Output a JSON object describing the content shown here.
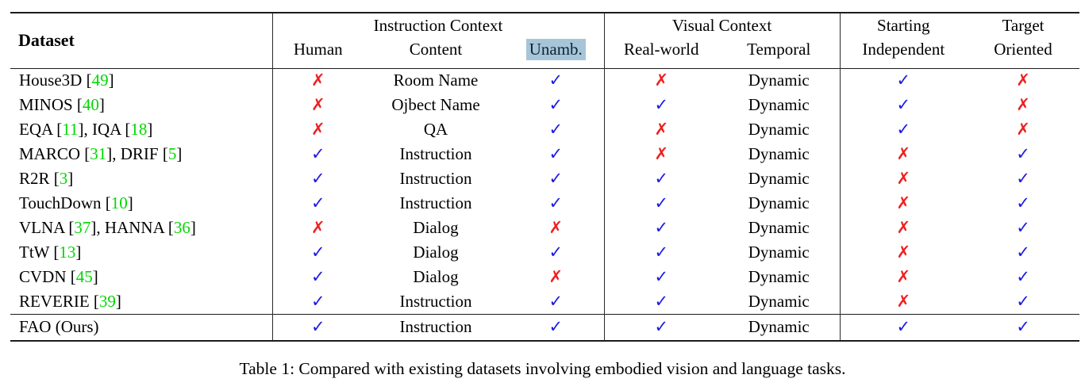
{
  "caption": "Table 1: Compared with existing datasets involving embodied vision and language tasks.",
  "glyphs": {
    "check": "✓",
    "cross": "✗"
  },
  "colors": {
    "check_blue": "#1b1be4",
    "cross_red": "#ee2020",
    "citation_green": "#00d800",
    "unamb_highlight": "#a7c5d8",
    "text": "#000000"
  },
  "header": {
    "dataset_label": "Dataset",
    "group_instruction": "Instruction Context",
    "group_visual": "Visual Context",
    "starting_line1": "Starting",
    "starting_line2": "Independent",
    "target_line1": "Target",
    "target_line2": "Oriented",
    "sub_human": "Human",
    "sub_content": "Content",
    "sub_unamb": "Unamb.",
    "sub_realworld": "Real-world",
    "sub_temporal": "Temporal"
  },
  "rows": [
    {
      "dataset": [
        {
          "t": "House3D [",
          "c": false
        },
        {
          "t": "49",
          "c": true
        },
        {
          "t": "]",
          "c": false
        }
      ],
      "human": false,
      "content": "Room Name",
      "unamb": true,
      "real_world": false,
      "temporal": "Dynamic",
      "starting_independent": true,
      "target_oriented": false,
      "ours": false
    },
    {
      "dataset": [
        {
          "t": "MINOS [",
          "c": false
        },
        {
          "t": "40",
          "c": true
        },
        {
          "t": "]",
          "c": false
        }
      ],
      "human": false,
      "content": "Ojbect Name",
      "unamb": true,
      "real_world": true,
      "temporal": "Dynamic",
      "starting_independent": true,
      "target_oriented": false,
      "ours": false
    },
    {
      "dataset": [
        {
          "t": "EQA [",
          "c": false
        },
        {
          "t": "11",
          "c": true
        },
        {
          "t": "], IQA [",
          "c": false
        },
        {
          "t": "18",
          "c": true
        },
        {
          "t": "]",
          "c": false
        }
      ],
      "human": false,
      "content": "QA",
      "unamb": true,
      "real_world": false,
      "temporal": "Dynamic",
      "starting_independent": true,
      "target_oriented": false,
      "ours": false
    },
    {
      "dataset": [
        {
          "t": "MARCO [",
          "c": false
        },
        {
          "t": "31",
          "c": true
        },
        {
          "t": "], DRIF [",
          "c": false
        },
        {
          "t": "5",
          "c": true
        },
        {
          "t": "]",
          "c": false
        }
      ],
      "human": true,
      "content": "Instruction",
      "unamb": true,
      "real_world": false,
      "temporal": "Dynamic",
      "starting_independent": false,
      "target_oriented": true,
      "ours": false
    },
    {
      "dataset": [
        {
          "t": "R2R [",
          "c": false
        },
        {
          "t": "3",
          "c": true
        },
        {
          "t": "]",
          "c": false
        }
      ],
      "human": true,
      "content": "Instruction",
      "unamb": true,
      "real_world": true,
      "temporal": "Dynamic",
      "starting_independent": false,
      "target_oriented": true,
      "ours": false
    },
    {
      "dataset": [
        {
          "t": "TouchDown [",
          "c": false
        },
        {
          "t": "10",
          "c": true
        },
        {
          "t": "]",
          "c": false
        }
      ],
      "human": true,
      "content": "Instruction",
      "unamb": true,
      "real_world": true,
      "temporal": "Dynamic",
      "starting_independent": false,
      "target_oriented": true,
      "ours": false
    },
    {
      "dataset": [
        {
          "t": "VLNA [",
          "c": false
        },
        {
          "t": "37",
          "c": true
        },
        {
          "t": "], HANNA [",
          "c": false
        },
        {
          "t": "36",
          "c": true
        },
        {
          "t": "]",
          "c": false
        }
      ],
      "human": false,
      "content": "Dialog",
      "unamb": false,
      "real_world": true,
      "temporal": "Dynamic",
      "starting_independent": false,
      "target_oriented": true,
      "ours": false
    },
    {
      "dataset": [
        {
          "t": "TtW [",
          "c": false
        },
        {
          "t": "13",
          "c": true
        },
        {
          "t": "]",
          "c": false
        }
      ],
      "human": true,
      "content": "Dialog",
      "unamb": true,
      "real_world": true,
      "temporal": "Dynamic",
      "starting_independent": false,
      "target_oriented": true,
      "ours": false
    },
    {
      "dataset": [
        {
          "t": "CVDN [",
          "c": false
        },
        {
          "t": "45",
          "c": true
        },
        {
          "t": "]",
          "c": false
        }
      ],
      "human": true,
      "content": "Dialog",
      "unamb": false,
      "real_world": true,
      "temporal": "Dynamic",
      "starting_independent": false,
      "target_oriented": true,
      "ours": false
    },
    {
      "dataset": [
        {
          "t": "REVERIE [",
          "c": false
        },
        {
          "t": "39",
          "c": true
        },
        {
          "t": "]",
          "c": false
        }
      ],
      "human": true,
      "content": "Instruction",
      "unamb": true,
      "real_world": true,
      "temporal": "Dynamic",
      "starting_independent": false,
      "target_oriented": true,
      "ours": false
    },
    {
      "dataset": [
        {
          "t": "FAO (Ours)",
          "c": false
        }
      ],
      "human": true,
      "content": "Instruction",
      "unamb": true,
      "real_world": true,
      "temporal": "Dynamic",
      "starting_independent": true,
      "target_oriented": true,
      "ours": true
    }
  ]
}
